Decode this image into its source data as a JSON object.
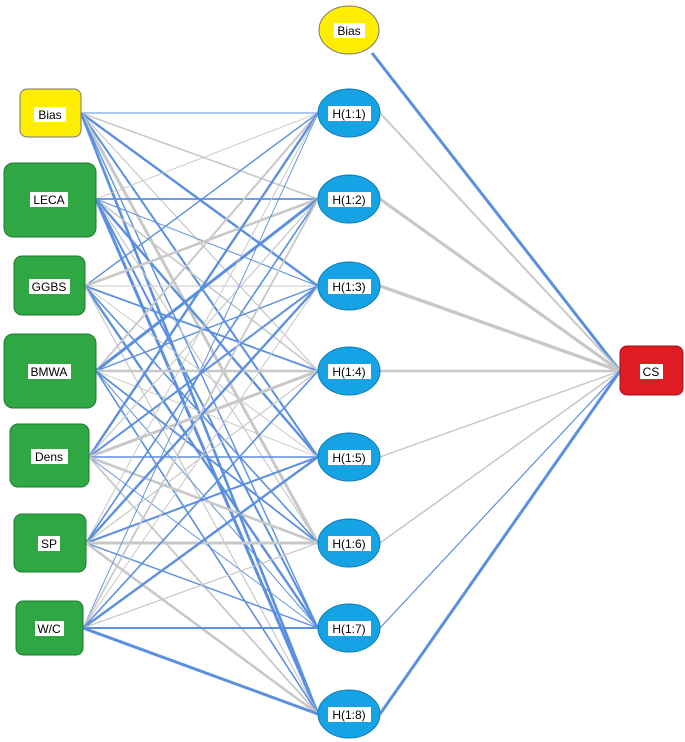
{
  "colors": {
    "positive_edge": "#5b8fe0",
    "negative_edge": "#c8c8c8",
    "input_fill": "#2fa843",
    "bias_fill": "#ffee00",
    "hidden_fill": "#16a3e6",
    "output_fill": "#e01b24",
    "node_stroke": "#666666"
  },
  "input_layer": {
    "bias": "Bias",
    "nodes": [
      "LECA",
      "GGBS",
      "BMWA",
      "Dens",
      "SP",
      "W/C"
    ]
  },
  "hidden_layer": {
    "bias": "Bias",
    "nodes": [
      "H(1:1)",
      "H(1:2)",
      "H(1:3)",
      "H(1:4)",
      "H(1:5)",
      "H(1:6)",
      "H(1:7)",
      "H(1:8)"
    ]
  },
  "output_layer": {
    "nodes": [
      "CS"
    ]
  }
}
